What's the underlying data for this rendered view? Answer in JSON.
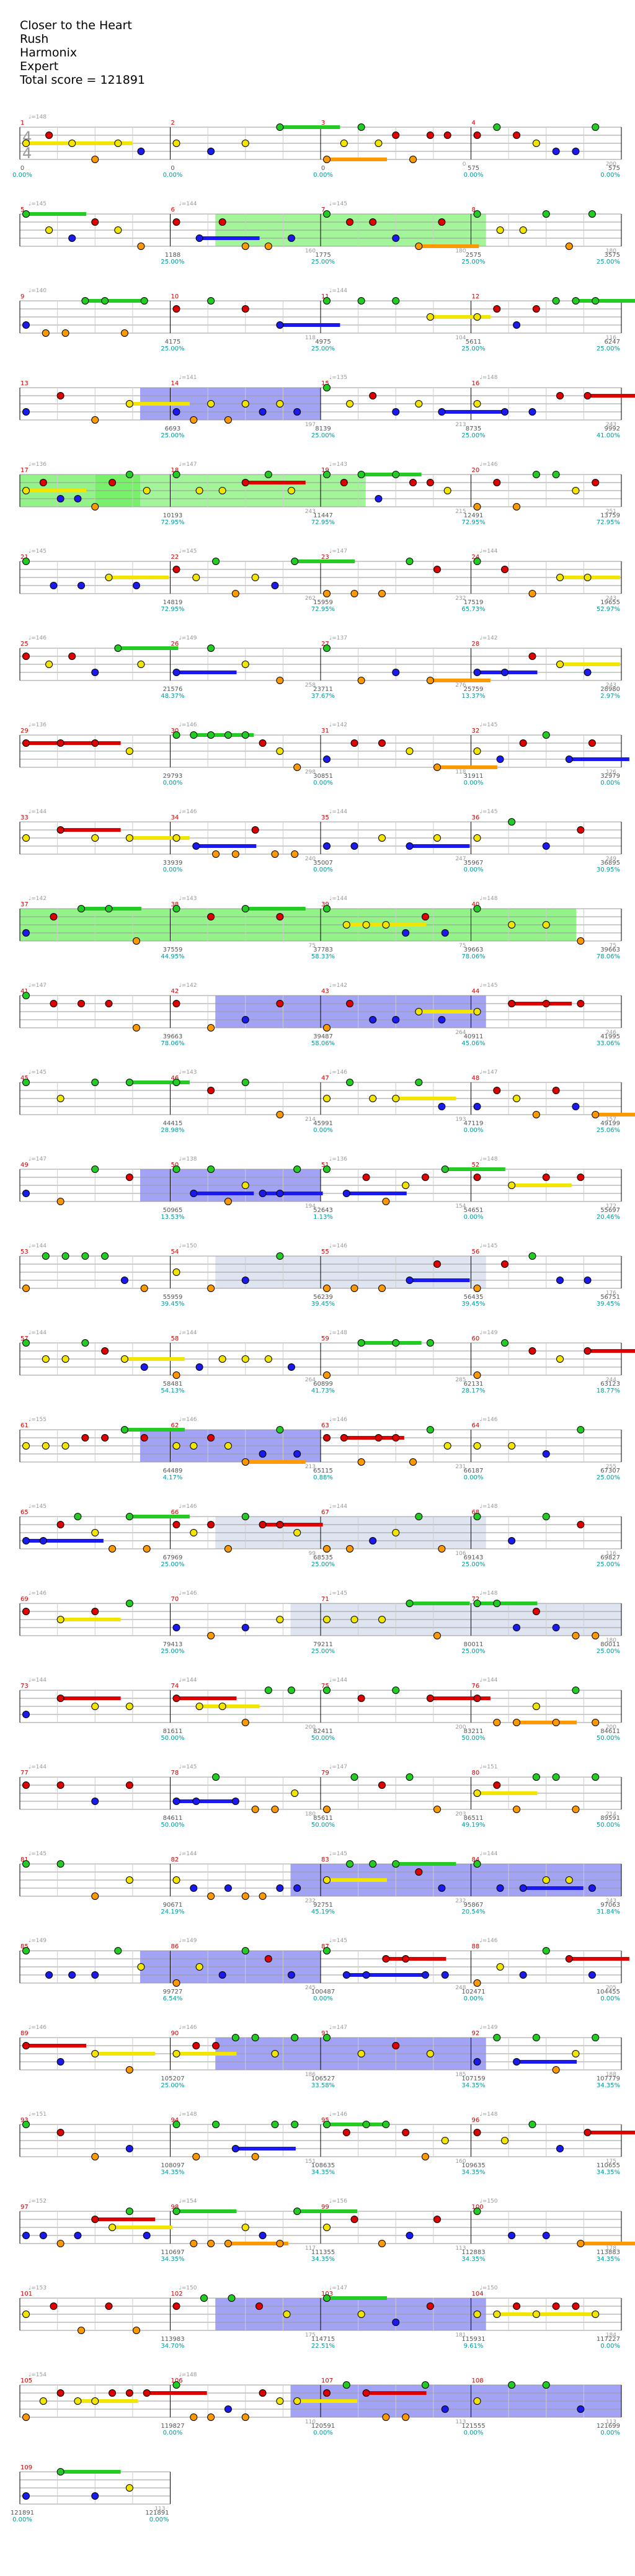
{
  "header": {
    "song": "Closer to the Heart",
    "artist": "Rush",
    "game": "Harmonix",
    "difficulty": "Expert",
    "total": "Total score = 121891"
  },
  "colors": {
    "green": "#22cc22",
    "red": "#dd0000",
    "yellow": "#f2e600",
    "blue": "#1a1aee",
    "orange": "#ff9900",
    "purple": "#9900cc",
    "overdrive": "#66ee55",
    "solo": "#6666ee",
    "grey_section": "#c8d2e6",
    "staff_line": "#999999",
    "score_text": "#555555",
    "pct_text": "#009999",
    "tempo_text": "#999999",
    "measure_num": "#cc0000"
  },
  "chart_data": {
    "type": "table",
    "title": "Closer to the Heart",
    "time_signature": "4/4",
    "measures_per_row": 4,
    "rows": [
      {
        "m": [
          1,
          2,
          3,
          4
        ],
        "tempo": [
          "♩=148",
          "",
          "",
          ""
        ],
        "score": [
          "0",
          "0",
          "0",
          "575"
        ],
        "pct": [
          "0.00%",
          "0.00%",
          "0.00%",
          "0.00%"
        ],
        "beats": [
          "",
          "",
          "0",
          "200"
        ]
      },
      {
        "m": [
          5,
          6,
          7,
          8
        ],
        "tempo": [
          "♩=145",
          "♩=144",
          "♩=145",
          ""
        ],
        "score": [
          "",
          "1188",
          "1775",
          "2575"
        ],
        "pct": [
          "",
          "25.00%",
          "25.00%",
          "25.00%"
        ],
        "beats": [
          "",
          "160",
          "180",
          "180"
        ]
      },
      {
        "m": [
          9,
          10,
          11,
          12
        ],
        "tempo": [
          "♩=140",
          "",
          "♩=144",
          ""
        ],
        "score": [
          "",
          "4175",
          "4975",
          "5611"
        ],
        "pct": [
          "",
          "25.00%",
          "25.00%",
          "25.00%"
        ],
        "beats": [
          "",
          "118",
          "104",
          "116"
        ]
      },
      {
        "m": [
          13,
          14,
          15,
          16
        ],
        "tempo": [
          "",
          "♩=141",
          "♩=135",
          "♩=148"
        ],
        "score": [
          "",
          "6693",
          "8139",
          "8735"
        ],
        "pct": [
          "",
          "25.00%",
          "25.00%",
          "25.00%"
        ],
        "beats": [
          "",
          "197",
          "213",
          "243"
        ]
      },
      {
        "m": [
          17,
          18,
          19,
          20
        ],
        "tempo": [
          "♩=136",
          "♩=147",
          "♩=143",
          "♩=146"
        ],
        "score": [
          "",
          "10193",
          "11447",
          "12491"
        ],
        "pct": [
          "",
          "72.95%",
          "72.95%",
          "72.95%"
        ],
        "beats": [
          "",
          "243",
          "215",
          "251"
        ]
      },
      {
        "m": [
          21,
          22,
          23,
          24
        ],
        "tempo": [
          "♩=145",
          "♩=145",
          "♩=147",
          "♩=144"
        ],
        "score": [
          "",
          "14819",
          "15959",
          "17519"
        ],
        "pct": [
          "",
          "72.95%",
          "72.95%",
          "65.73%"
        ],
        "beats": [
          "",
          "262",
          "232",
          "243"
        ]
      },
      {
        "m": [
          25,
          26,
          27,
          28
        ],
        "tempo": [
          "♩=146",
          "♩=149",
          "♩=137",
          "♩=142"
        ],
        "score": [
          "",
          "21576",
          "23711",
          "25759"
        ],
        "pct": [
          "",
          "48.37%",
          "37.67%",
          "13.37%"
        ],
        "beats": [
          "",
          "258",
          "276",
          "243"
        ]
      },
      {
        "m": [
          29,
          30,
          31,
          32
        ],
        "tempo": [
          "♩=136",
          "♩=146",
          "♩=142",
          "♩=145"
        ],
        "score": [
          "",
          "29793",
          "30851",
          "31911"
        ],
        "pct": [
          "",
          "0.00%",
          "0.00%",
          "0.00%"
        ],
        "beats": [
          "",
          "298",
          "118",
          "126"
        ]
      },
      {
        "m": [
          33,
          34,
          35,
          36
        ],
        "tempo": [
          "♩=144",
          "♩=146",
          "♩=144",
          "♩=145"
        ],
        "score": [
          "",
          "33939",
          "35007",
          "35967"
        ],
        "pct": [
          "",
          "0.00%",
          "0.00%",
          "0.00%"
        ],
        "beats": [
          "",
          "240",
          "247",
          "249"
        ]
      },
      {
        "m": [
          37,
          38,
          39,
          40
        ],
        "tempo": [
          "♩=142",
          "♩=143",
          "♩=144",
          "♩=148"
        ],
        "score": [
          "",
          "37559",
          "37783",
          "39663"
        ],
        "pct": [
          "",
          "44.95%",
          "58.33%",
          "78.06%"
        ],
        "beats": [
          "",
          "75",
          "75",
          "75"
        ]
      },
      {
        "m": [
          41,
          42,
          43,
          44
        ],
        "tempo": [
          "♩=147",
          "♩=142",
          "♩=142",
          "♩=145"
        ],
        "score": [
          "",
          "39663",
          "39487",
          "40911"
        ],
        "pct": [
          "",
          "78.06%",
          "58.06%",
          "45.06%"
        ],
        "beats": [
          "",
          "",
          "264",
          "246"
        ]
      },
      {
        "m": [
          45,
          46,
          47,
          48
        ],
        "tempo": [
          "♩=145",
          "♩=143",
          "♩=146",
          "♩=147"
        ],
        "score": [
          "",
          "44415",
          "45991",
          "47119"
        ],
        "pct": [
          "",
          "28.98%",
          "0.00%",
          "0.00%"
        ],
        "beats": [
          "",
          "214",
          "193",
          "157"
        ]
      },
      {
        "m": [
          49,
          50,
          51,
          52
        ],
        "tempo": [
          "♩=147",
          "♩=138",
          "♩=136",
          "♩=148"
        ],
        "score": [
          "",
          "50965",
          "52643",
          "54651"
        ],
        "pct": [
          "",
          "13.53%",
          "1.13%",
          "0.00%"
        ],
        "beats": [
          "",
          "194",
          "154",
          "172"
        ]
      },
      {
        "m": [
          53,
          54,
          55,
          56
        ],
        "tempo": [
          "♩=144",
          "♩=150",
          "♩=146",
          "♩=145"
        ],
        "score": [
          "",
          "55959",
          "56239",
          "56435"
        ],
        "pct": [
          "",
          "39.45%",
          "39.45%",
          "39.45%"
        ],
        "beats": [
          "",
          "",
          "",
          "176"
        ]
      },
      {
        "m": [
          57,
          58,
          59,
          60
        ],
        "tempo": [
          "♩=144",
          "♩=144",
          "♩=148",
          "♩=149"
        ],
        "score": [
          "",
          "58481",
          "60899",
          "62131"
        ],
        "pct": [
          "",
          "54.13%",
          "41.73%",
          "28.17%"
        ],
        "beats": [
          "",
          "264",
          "285",
          "244"
        ]
      },
      {
        "m": [
          61,
          62,
          63,
          64
        ],
        "tempo": [
          "♩=155",
          "♩=146",
          "♩=146",
          "♩=146"
        ],
        "score": [
          "",
          "64489",
          "65115",
          "66187"
        ],
        "pct": [
          "",
          "4.17%",
          "0.88%",
          "0.00%"
        ],
        "beats": [
          "",
          "213",
          "231",
          "255"
        ]
      },
      {
        "m": [
          65,
          66,
          67,
          68
        ],
        "tempo": [
          "♩=145",
          "♩=146",
          "♩=144",
          "♩=148"
        ],
        "score": [
          "",
          "67969",
          "68535",
          "69143"
        ],
        "pct": [
          "",
          "25.00%",
          "25.00%",
          "25.00%"
        ],
        "beats": [
          "",
          "99",
          "106",
          "116"
        ]
      },
      {
        "m": [
          69,
          70,
          71,
          72
        ],
        "tempo": [
          "♩=146",
          "♩=146",
          "♩=145",
          "♩=148"
        ],
        "score": [
          "",
          "79413",
          "79211",
          "80011"
        ],
        "pct": [
          "",
          "25.00%",
          "25.00%",
          "25.00%"
        ],
        "beats": [
          "",
          "",
          "",
          "180"
        ]
      },
      {
        "m": [
          73,
          74,
          75,
          76
        ],
        "tempo": [
          "♩=144",
          "♩=144",
          "♩=144",
          "♩=144"
        ],
        "score": [
          "",
          "81611",
          "82411",
          "83211"
        ],
        "pct": [
          "",
          "50.00%",
          "50.00%",
          "50.00%"
        ],
        "beats": [
          "",
          "200",
          "200",
          "200"
        ]
      },
      {
        "m": [
          77,
          78,
          79,
          80
        ],
        "tempo": [
          "♩=144",
          "♩=145",
          "♩=147",
          "♩=151"
        ],
        "score": [
          "",
          "84611",
          "85611",
          "86511"
        ],
        "pct": [
          "",
          "50.00%",
          "50.00%",
          "49.19%"
        ],
        "beats": [
          "",
          "180",
          "203",
          "214"
        ]
      },
      {
        "m": [
          81,
          82,
          83,
          84
        ],
        "tempo": [
          "♩=145",
          "♩=144",
          "♩=145",
          "♩=144"
        ],
        "score": [
          "",
          "90671",
          "92751",
          "95867"
        ],
        "pct": [
          "",
          "24.19%",
          "45.19%",
          "20.54%"
        ],
        "beats": [
          "",
          "232",
          "232",
          "243"
        ]
      },
      {
        "m": [
          85,
          86,
          87,
          88
        ],
        "tempo": [
          "♩=149",
          "♩=149",
          "♩=145",
          "♩=146"
        ],
        "score": [
          "",
          "99727",
          "100487",
          "102471"
        ],
        "pct": [
          "",
          "6.54%",
          "0.00%",
          "0.00%"
        ],
        "beats": [
          "",
          "245",
          "248",
          "205"
        ]
      },
      {
        "m": [
          89,
          90,
          91,
          92
        ],
        "tempo": [
          "♩=146",
          "♩=146",
          "♩=147",
          "♩=149"
        ],
        "score": [
          "",
          "105207",
          "106527",
          "107159"
        ],
        "pct": [
          "",
          "25.00%",
          "33.58%",
          "34.35%"
        ],
        "beats": [
          "",
          "186",
          "185",
          "188"
        ]
      },
      {
        "m": [
          93,
          94,
          95,
          96
        ],
        "tempo": [
          "♩=151",
          "♩=148",
          "♩=146",
          "♩=148"
        ],
        "score": [
          "",
          "108097",
          "108635",
          "109635"
        ],
        "pct": [
          "",
          "34.35%",
          "34.35%",
          "34.35%"
        ],
        "beats": [
          "",
          "151",
          "160",
          "175"
        ]
      },
      {
        "m": [
          97,
          98,
          99,
          100
        ],
        "tempo": [
          "♩=152",
          "♩=154",
          "♩=156",
          "♩=150"
        ],
        "score": [
          "",
          "110697",
          "111355",
          "112883"
        ],
        "pct": [
          "",
          "34.35%",
          "34.35%",
          "34.35%"
        ],
        "beats": [
          "",
          "117",
          "113",
          "178"
        ]
      },
      {
        "m": [
          101,
          102,
          103,
          104
        ],
        "tempo": [
          "♩=153",
          "♩=150",
          "♩=147",
          "♩=150"
        ],
        "score": [
          "",
          "113983",
          "114715",
          "115931"
        ],
        "pct": [
          "",
          "34.70%",
          "22.51%",
          "9.61%"
        ],
        "beats": [
          "",
          "175",
          "181",
          "184"
        ]
      },
      {
        "m": [
          105,
          106,
          107,
          108
        ],
        "tempo": [
          "♩=154",
          "♩=148",
          "",
          ""
        ],
        "score": [
          "",
          "119827",
          "120591",
          "121555"
        ],
        "pct": [
          "",
          "0.00%",
          "0.00%",
          "0.00%"
        ],
        "beats": [
          "",
          "110",
          "113",
          "113"
        ]
      },
      {
        "m": [
          109
        ],
        "tempo": [
          ""
        ],
        "score": [
          "121891"
        ],
        "pct": [
          "0.00%"
        ],
        "beats": [
          "113"
        ]
      }
    ],
    "row_end_totals": [
      "575",
      "3575",
      "6247",
      "9992",
      "13759",
      "19655",
      "28980",
      "32979",
      "36895",
      "39663",
      "41995",
      "49199",
      "55697",
      "56751",
      "63123",
      "67307",
      "69827",
      "80011",
      "84611",
      "89591",
      "97063",
      "104455",
      "107779",
      "110655",
      "113883",
      "117227",
      "121699",
      "121891"
    ],
    "row_end_pcts": [
      "0.00%",
      "25.00%",
      "25.00%",
      "41.00%",
      "72.95%",
      "52.97%",
      "2.97%",
      "0.00%",
      "30.95%",
      "78.06%",
      "33.06%",
      "25.06%",
      "20.46%",
      "39.45%",
      "18.77%",
      "25.00%",
      "25.00%",
      "25.00%",
      "50.00%",
      "50.00%",
      "31.84%",
      "0.00%",
      "34.35%",
      "34.35%",
      "34.35%",
      "0.00%",
      "0.00%",
      "0.00%"
    ],
    "notes_summary": "Five-lane note highway (green, red, yellow, blue, orange) with star power (green) and solo (blue) sections"
  }
}
